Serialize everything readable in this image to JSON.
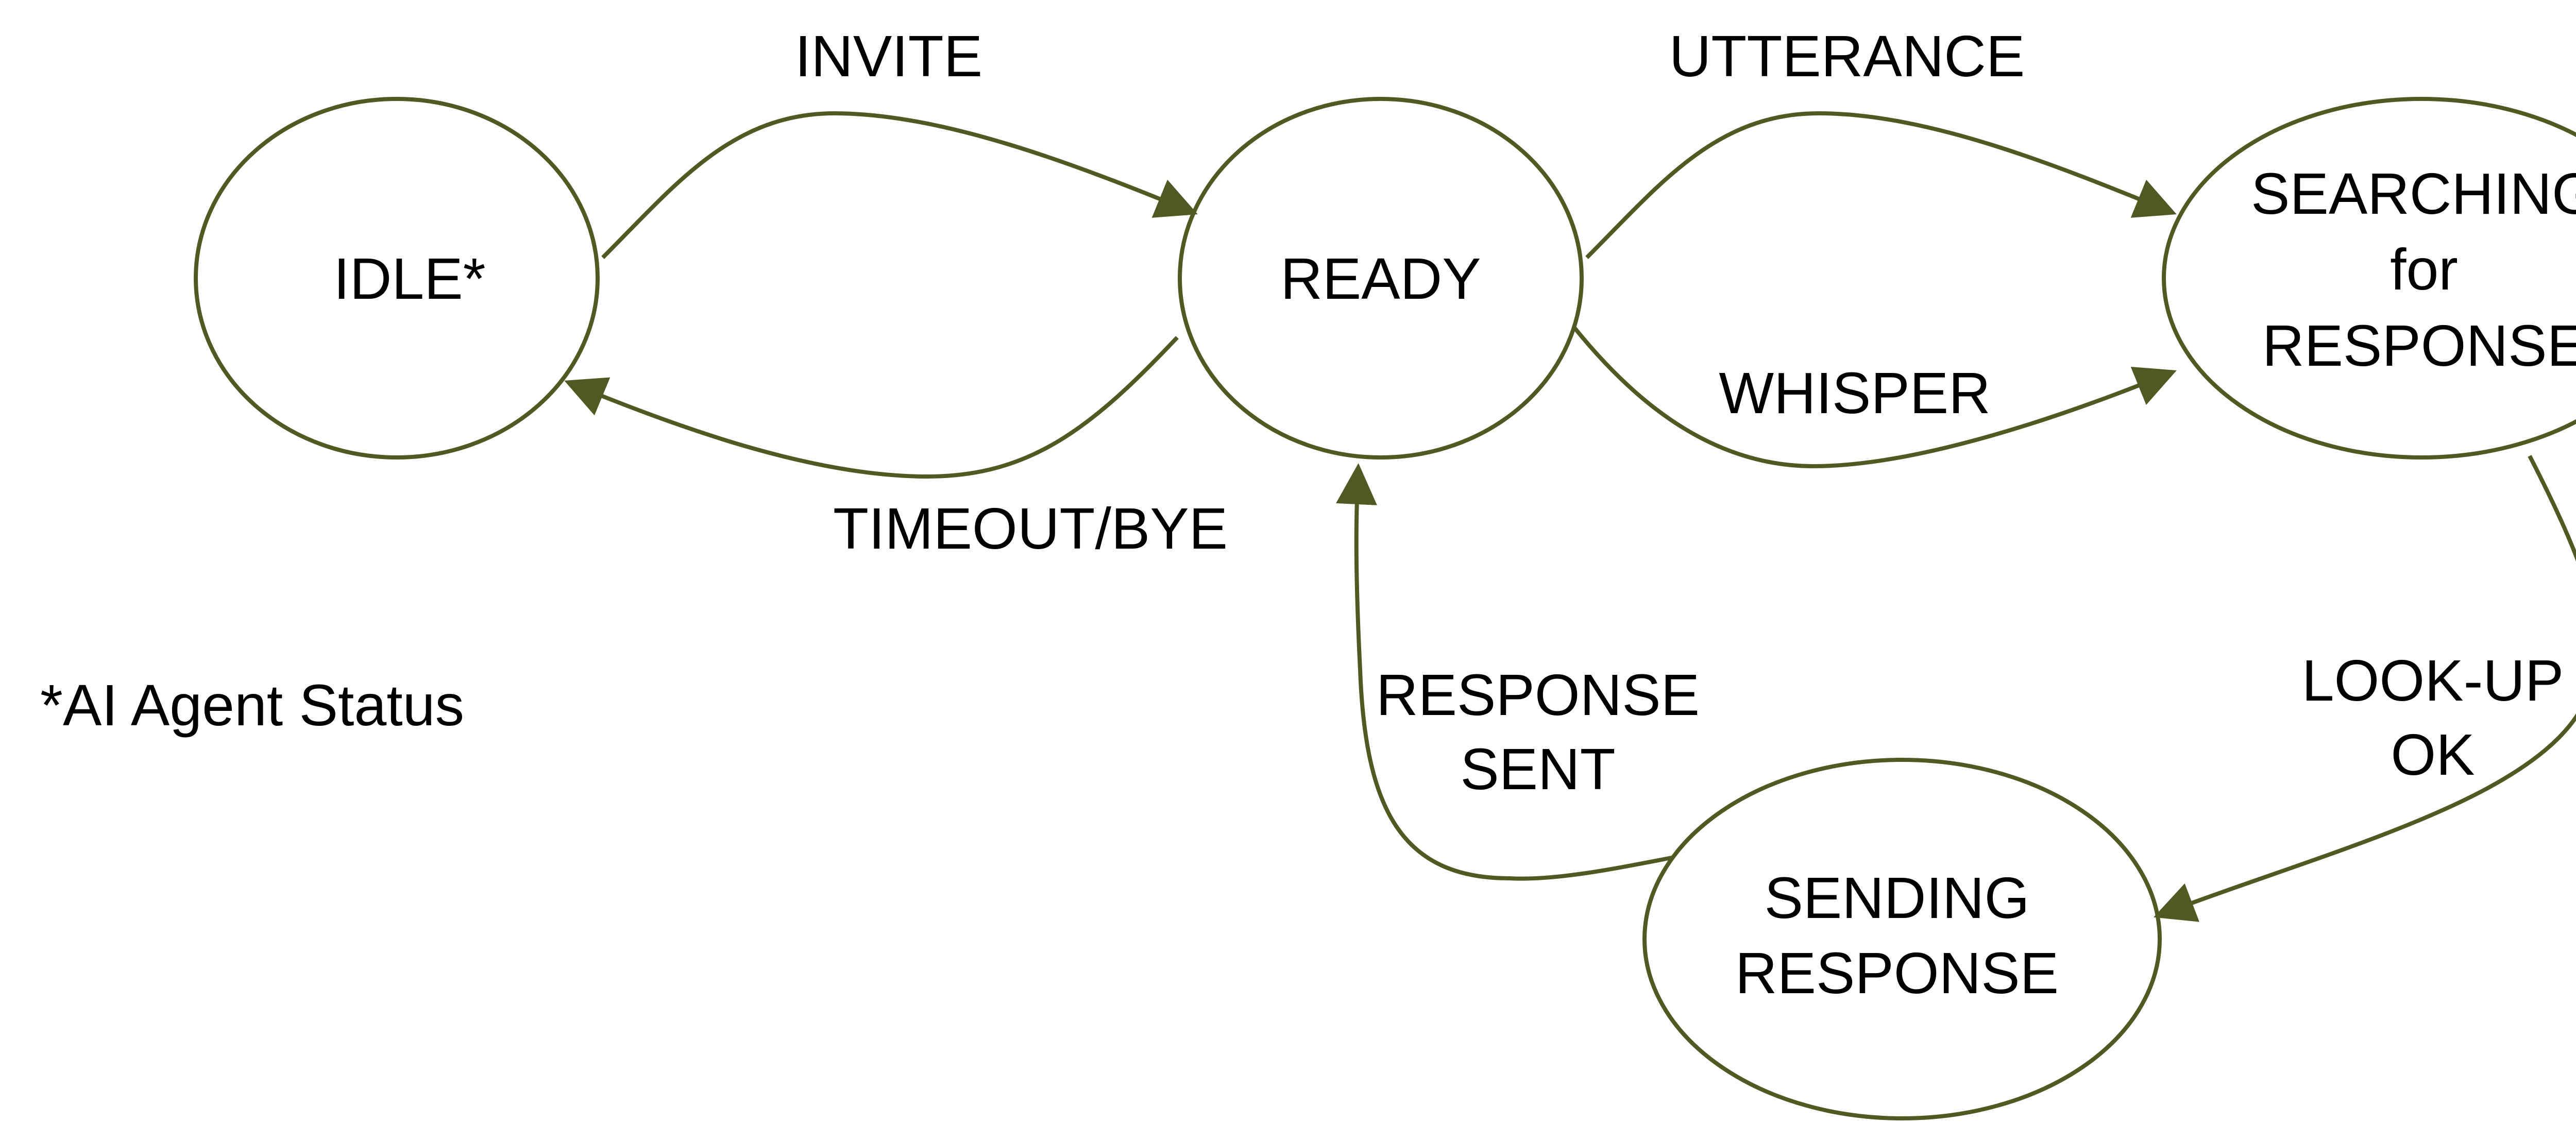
{
  "colors": {
    "stroke": "#4f5a23",
    "text": "#000000",
    "background": "#ffffff"
  },
  "states": {
    "idle": {
      "label": "IDLE*"
    },
    "ready": {
      "label": "READY"
    },
    "searching": {
      "line1": "SEARCHING",
      "line2": "for",
      "line3": "RESPONSE"
    },
    "sending": {
      "line1": "SENDING",
      "line2": "RESPONSE"
    }
  },
  "transitions": {
    "invite": "INVITE",
    "timeout_bye": "TIMEOUT/BYE",
    "utterance": "UTTERANCE",
    "whisper": "WHISPER",
    "lookup_ok": {
      "line1": "LOOK-UP",
      "line2": "OK"
    },
    "response_sent": {
      "line1": "RESPONSE",
      "line2": "SENT"
    }
  },
  "footnote": "*AI Agent Status"
}
